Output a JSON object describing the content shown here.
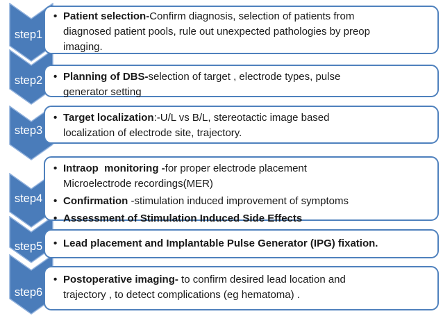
{
  "colors": {
    "chevron_fill": "#4a7cba",
    "chevron_stroke": "#8fb0dc",
    "box_border": "#4f81bd",
    "body_text": "#1a1a1a",
    "step_label_text": "#ffffff"
  },
  "steps": [
    {
      "label": "step1",
      "bullets": [
        {
          "head": "Patient selection-",
          "tail": "Confirm diagnosis, selection of patients from\ndiagnosed patient pools, rule out unexpected pathologies by preop\nimaging."
        }
      ]
    },
    {
      "label": "step2",
      "bullets": [
        {
          "head": "Planning of DBS-",
          "tail": "selection of target , electrode types, pulse\ngenerator setting"
        }
      ]
    },
    {
      "label": "step3",
      "bullets": [
        {
          "head": "Target localization",
          "tail": ":-U/L vs B/L, stereotactic image based\nlocalization of electrode site, trajectory."
        }
      ]
    },
    {
      "label": "step4",
      "bullets": [
        {
          "head": "Intraop  monitoring -",
          "tail": "for proper electrode placement\nMicroelectrode recordings(MER)"
        },
        {
          "head": "Confirmation ",
          "tail": "-stimulation induced improvement of symptoms"
        },
        {
          "head": "Assessment of Stimulation Induced Side Effects",
          "tail": ""
        }
      ]
    },
    {
      "label": "step5",
      "bullets": [
        {
          "head": "Lead placement and Implantable Pulse Generator (IPG) fixation.",
          "tail": ""
        }
      ]
    },
    {
      "label": "step6",
      "bullets": [
        {
          "head": "Postoperative imaging-",
          "tail": " to confirm desired lead location and\ntrajectory , to detect complications (eg hematoma) ."
        }
      ]
    }
  ]
}
